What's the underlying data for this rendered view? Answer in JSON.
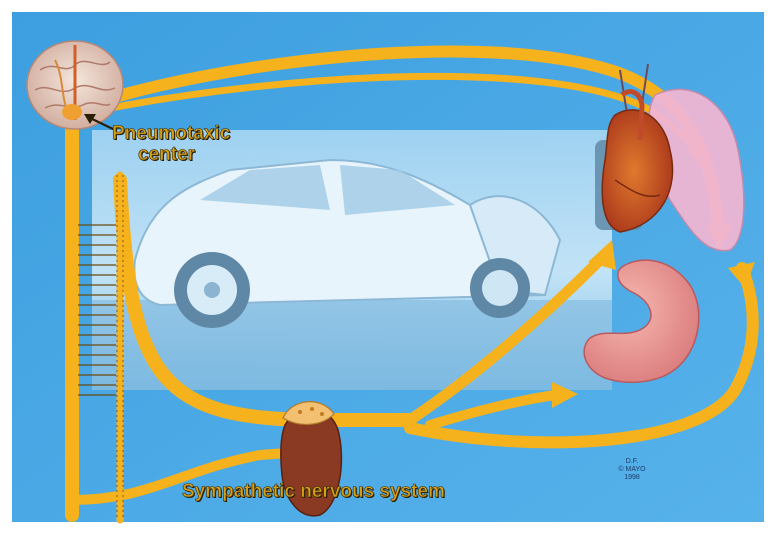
{
  "labels": {
    "pneumotaxic_line1": "Pneumotaxic",
    "pneumotaxic_line2": "center",
    "sympathetic": "Sympathetic nervous system"
  },
  "credit": {
    "line1": "D.F.",
    "line2": "© MAYO",
    "line3": "1998"
  },
  "colors": {
    "background": "#4aa8e6",
    "nerve": "#f5b21c",
    "nerve_outline": "#c8870c",
    "photo_tint": "#bfe0f5"
  },
  "icons": [
    "brain-icon",
    "heart-icon",
    "lungs-icon",
    "stomach-icon",
    "adrenal-gland-icon",
    "crashed-car-photo"
  ]
}
